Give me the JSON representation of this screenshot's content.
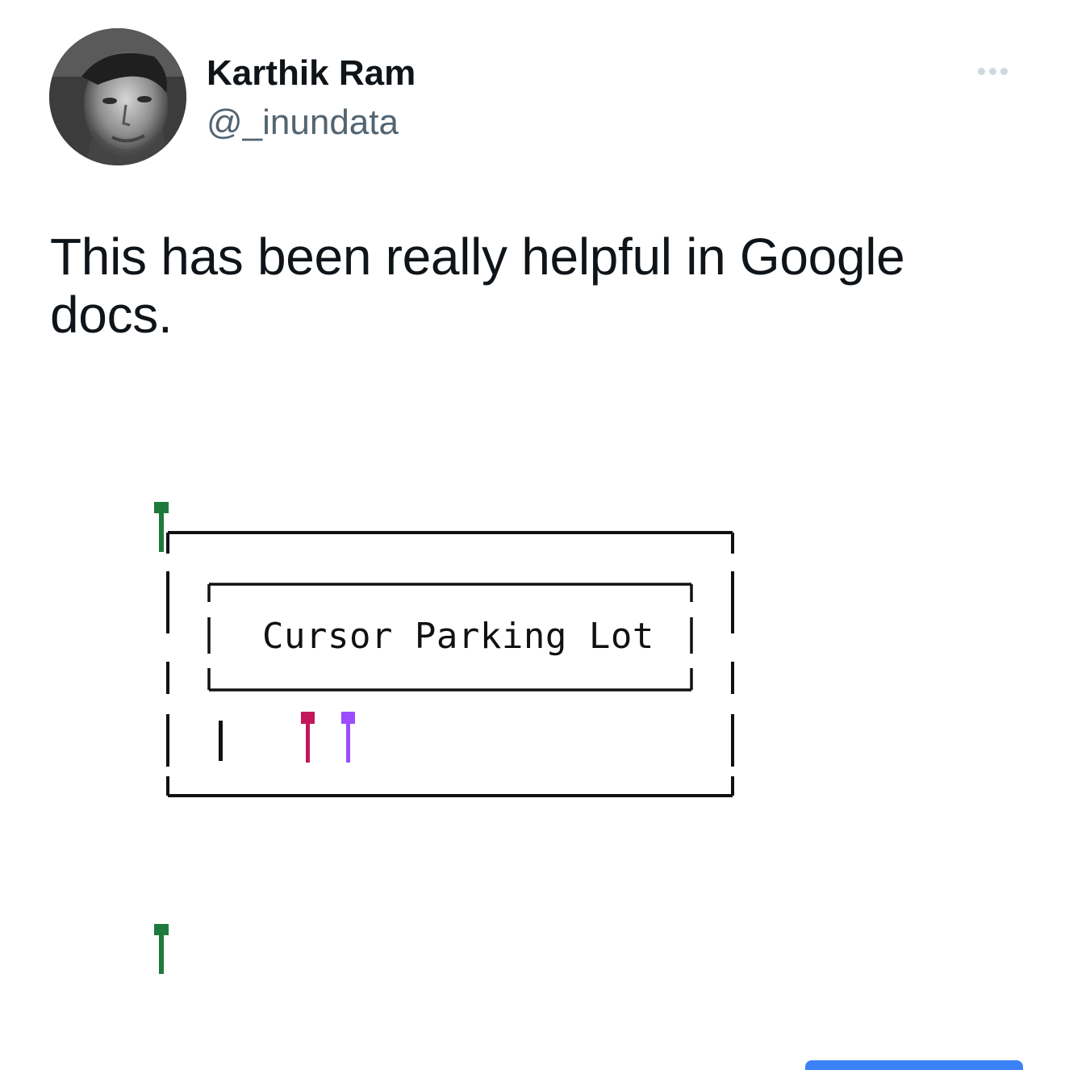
{
  "tweet": {
    "author": {
      "display_name": "Karthik Ram",
      "handle": "@_inundata",
      "avatar_icon": "profile-photo"
    },
    "more_icon": "more-dots-icon",
    "text_lines": [
      "This has been really helpful in Google",
      "docs."
    ]
  },
  "image": {
    "box_label": "Cursor Parking Lot",
    "cursor_colors": {
      "green": "#1e7a3c",
      "black": "#111111",
      "magenta": "#c2185b",
      "purple": "#9c4dff"
    }
  },
  "colors": {
    "text_primary": "#0f1419",
    "text_secondary": "#536471",
    "accent": "#3b82f6"
  }
}
